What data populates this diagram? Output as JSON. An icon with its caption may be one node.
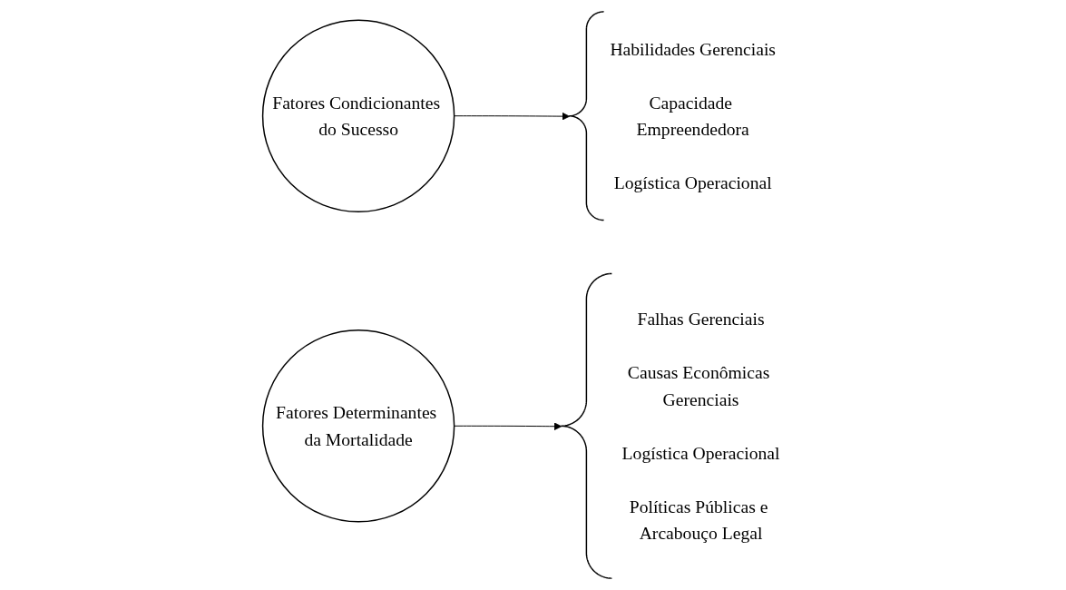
{
  "diagram": {
    "nodes": [
      {
        "text": [
          "Fatores Condicionantes do Sucesso"
        ]
      },
      {
        "text": [
          "Habilidades Gerenciais",
          "Capacidade Empreendedora",
          "Logística Operacional"
        ]
      },
      {
        "text": [
          "Fatores Determinantes da Mortalidade"
        ]
      },
      {
        "text": [
          "Falhas Gerenciais",
          "Causas Econômicas Gerenciais",
          "Logística Operacional",
          "Políticas Públicas e Arcabouço Legal"
        ]
      }
    ],
    "edges": [
      {
        "from": 0,
        "to": 1,
        "arrow": "to"
      },
      {
        "from": 2,
        "to": 3,
        "arrow": "to"
      }
    ]
  }
}
